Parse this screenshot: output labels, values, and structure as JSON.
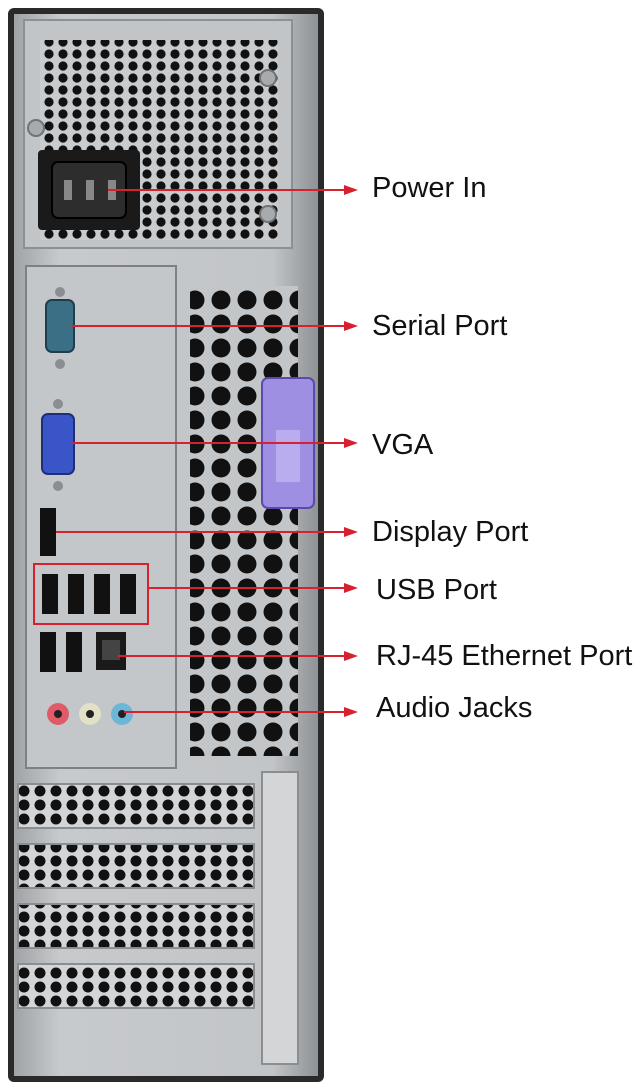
{
  "colors": {
    "callout": "#d8212f",
    "chassis": "#b9bcbf",
    "chassis_dark": "#2a2a2a",
    "vent_hole": "#111111",
    "vga_port": "#3a55c8",
    "serial_port": "#3b6f86",
    "audio_pink": "#e05a6a",
    "audio_green": "#8fb24a",
    "audio_blue": "#6cb6d6",
    "latch": "#9e8fe3"
  },
  "labels": [
    {
      "id": "power-in",
      "text": "Power In",
      "icon": "power-socket-icon"
    },
    {
      "id": "serial-port",
      "text": "Serial Port",
      "icon": "serial-port-icon"
    },
    {
      "id": "vga",
      "text": "VGA",
      "icon": "vga-port-icon"
    },
    {
      "id": "display-port",
      "text": "Display Port",
      "icon": "displayport-icon"
    },
    {
      "id": "usb-port",
      "text": "USB Port",
      "icon": "usb-port-icon"
    },
    {
      "id": "rj45",
      "text": "RJ-45 Ethernet Port",
      "icon": "ethernet-port-icon"
    },
    {
      "id": "audio-jacks",
      "text": "Audio Jacks",
      "icon": "audio-jack-icon"
    }
  ]
}
